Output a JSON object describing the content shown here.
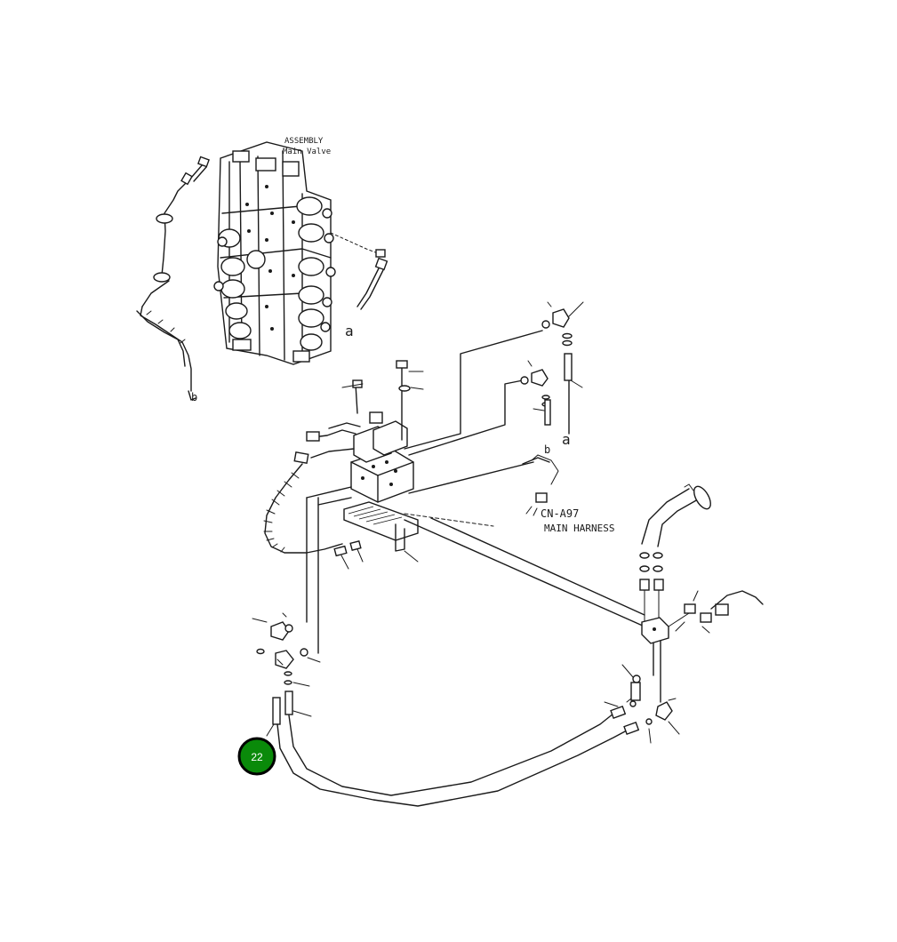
{
  "diagram": {
    "main_valve_label_line1": "ASSEMBLY",
    "main_valve_label_line2": "Main Valve",
    "harness_label_line1": "CN-A97",
    "harness_label_line2": "MAIN HARNESS",
    "ref_a_left": "a",
    "ref_a_right": "a",
    "ref_b_valve": "b",
    "ref_b_mid": "b"
  },
  "callout": {
    "number": "22",
    "color": "#0a8a0a"
  }
}
